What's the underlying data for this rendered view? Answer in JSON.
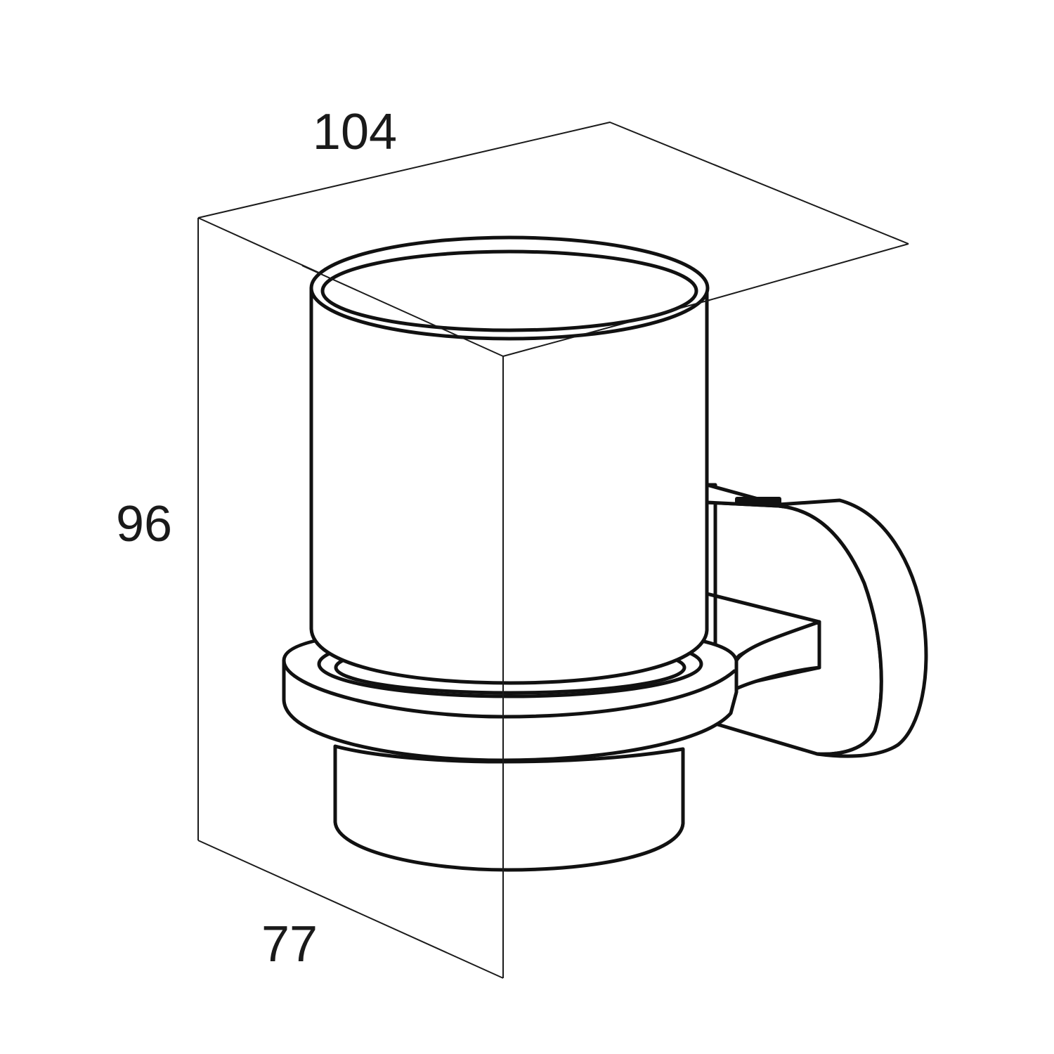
{
  "dimensions": {
    "width": "104",
    "height": "96",
    "depth": "77"
  }
}
